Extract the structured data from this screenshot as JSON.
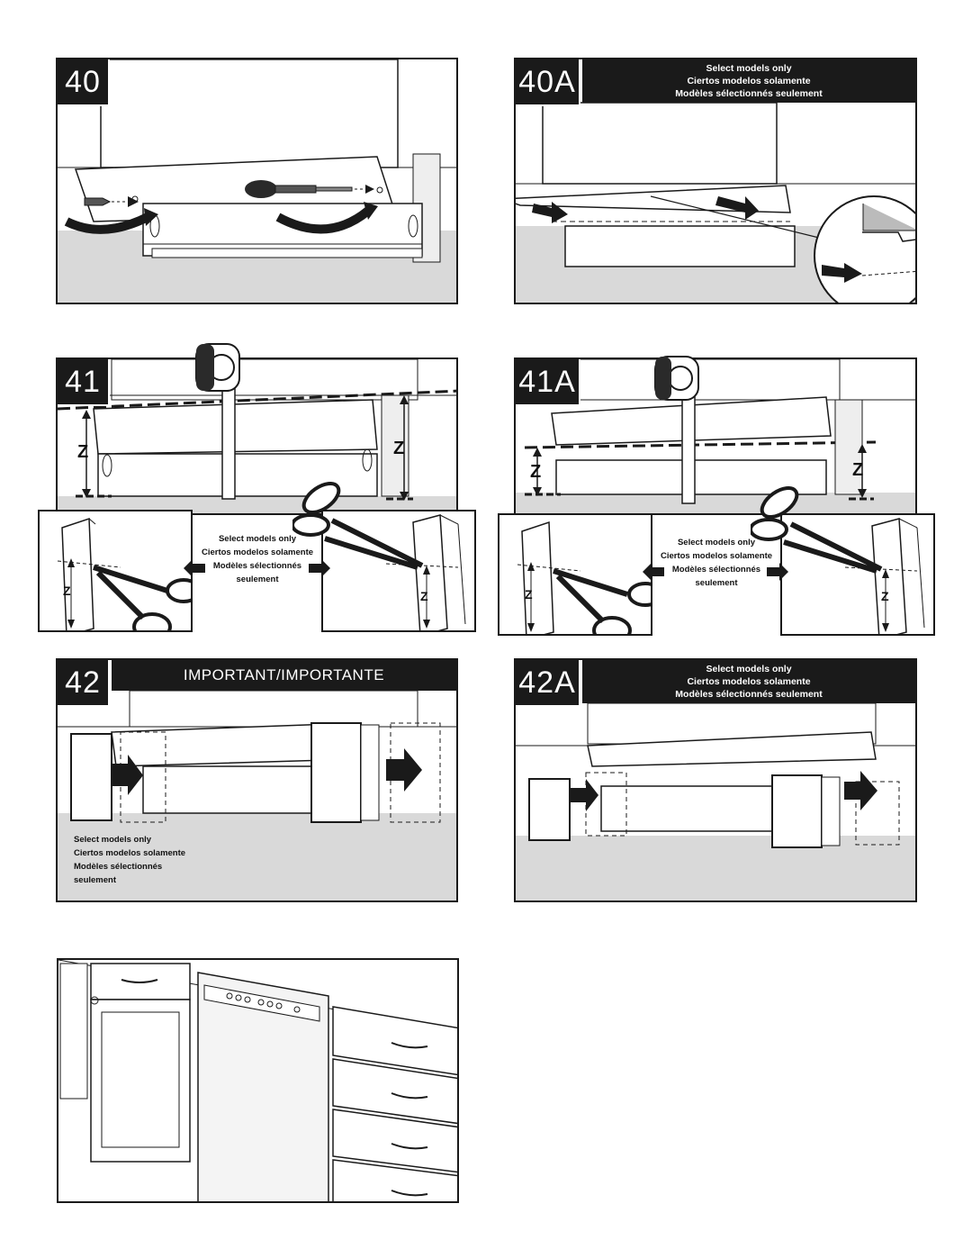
{
  "steps": {
    "s40": {
      "number": "40"
    },
    "s40a": {
      "number": "40A",
      "notes": [
        "Select models only",
        "Ciertos modelos solamente",
        "Modèles sélectionnés seulement"
      ]
    },
    "s41": {
      "number": "41",
      "z": "Z",
      "notes": [
        "Select models only",
        "Ciertos modelos solamente",
        "Modèles sélectionnés",
        "seulement"
      ]
    },
    "s41a": {
      "number": "41A",
      "z": "Z",
      "notes": [
        "Select models only",
        "Ciertos modelos solamente",
        "Modèles sélectionnés",
        "seulement"
      ]
    },
    "s42": {
      "number": "42",
      "important": "IMPORTANT/IMPORTANTE",
      "notes": [
        "Select models only",
        "Ciertos modelos solamente",
        "Modèles sélectionnés",
        "seulement"
      ]
    },
    "s42a": {
      "number": "42A",
      "notes": [
        "Select models only",
        "Ciertos modelos solamente",
        "Modèles sélectionnés seulement"
      ]
    }
  },
  "colors": {
    "ink": "#1a1a1a",
    "floor": "#d9d9d9",
    "paper": "#ffffff"
  }
}
